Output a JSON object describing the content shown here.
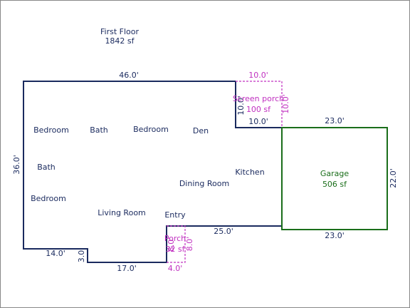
{
  "header": {
    "title": "First Floor",
    "area": "1842 sf"
  },
  "colors": {
    "house": "#1a2a5e",
    "porch": "#c030c0",
    "garage": "#1a6e1a",
    "text": "#1a2a5e",
    "border": "#888888"
  },
  "rooms": {
    "bedroom_1": "Bedroom",
    "bath_1": "Bath",
    "bedroom_2": "Bedroom",
    "den": "Den",
    "bath_2": "Bath",
    "kitchen": "Kitchen",
    "dining_room": "Dining Room",
    "bedroom_3": "Bedroom",
    "living_room": "Living Room",
    "entry": "Entry"
  },
  "screen_porch": {
    "label": "Screen porch",
    "area": "100 sf",
    "dim_top": "10.0'",
    "dim_right": "10.0'",
    "dim_left": "10.0'",
    "dim_bottom": "10.0'"
  },
  "garage": {
    "label": "Garage",
    "area": "506 sf",
    "dim_top": "23.0'",
    "dim_right": "22.0'",
    "dim_bottom": "23.0'"
  },
  "porch": {
    "label": "Porch",
    "area": "32 sf",
    "dim_left": "8.0'",
    "dim_right": "8.0'",
    "dim_bottom": "4.0'"
  },
  "house_dims": {
    "top": "46.0'",
    "left": "36.0'",
    "bottom_left": "14.0'",
    "notch": "3.0'",
    "bottom_mid": "17.0'",
    "entry_wall": "25.0'"
  }
}
